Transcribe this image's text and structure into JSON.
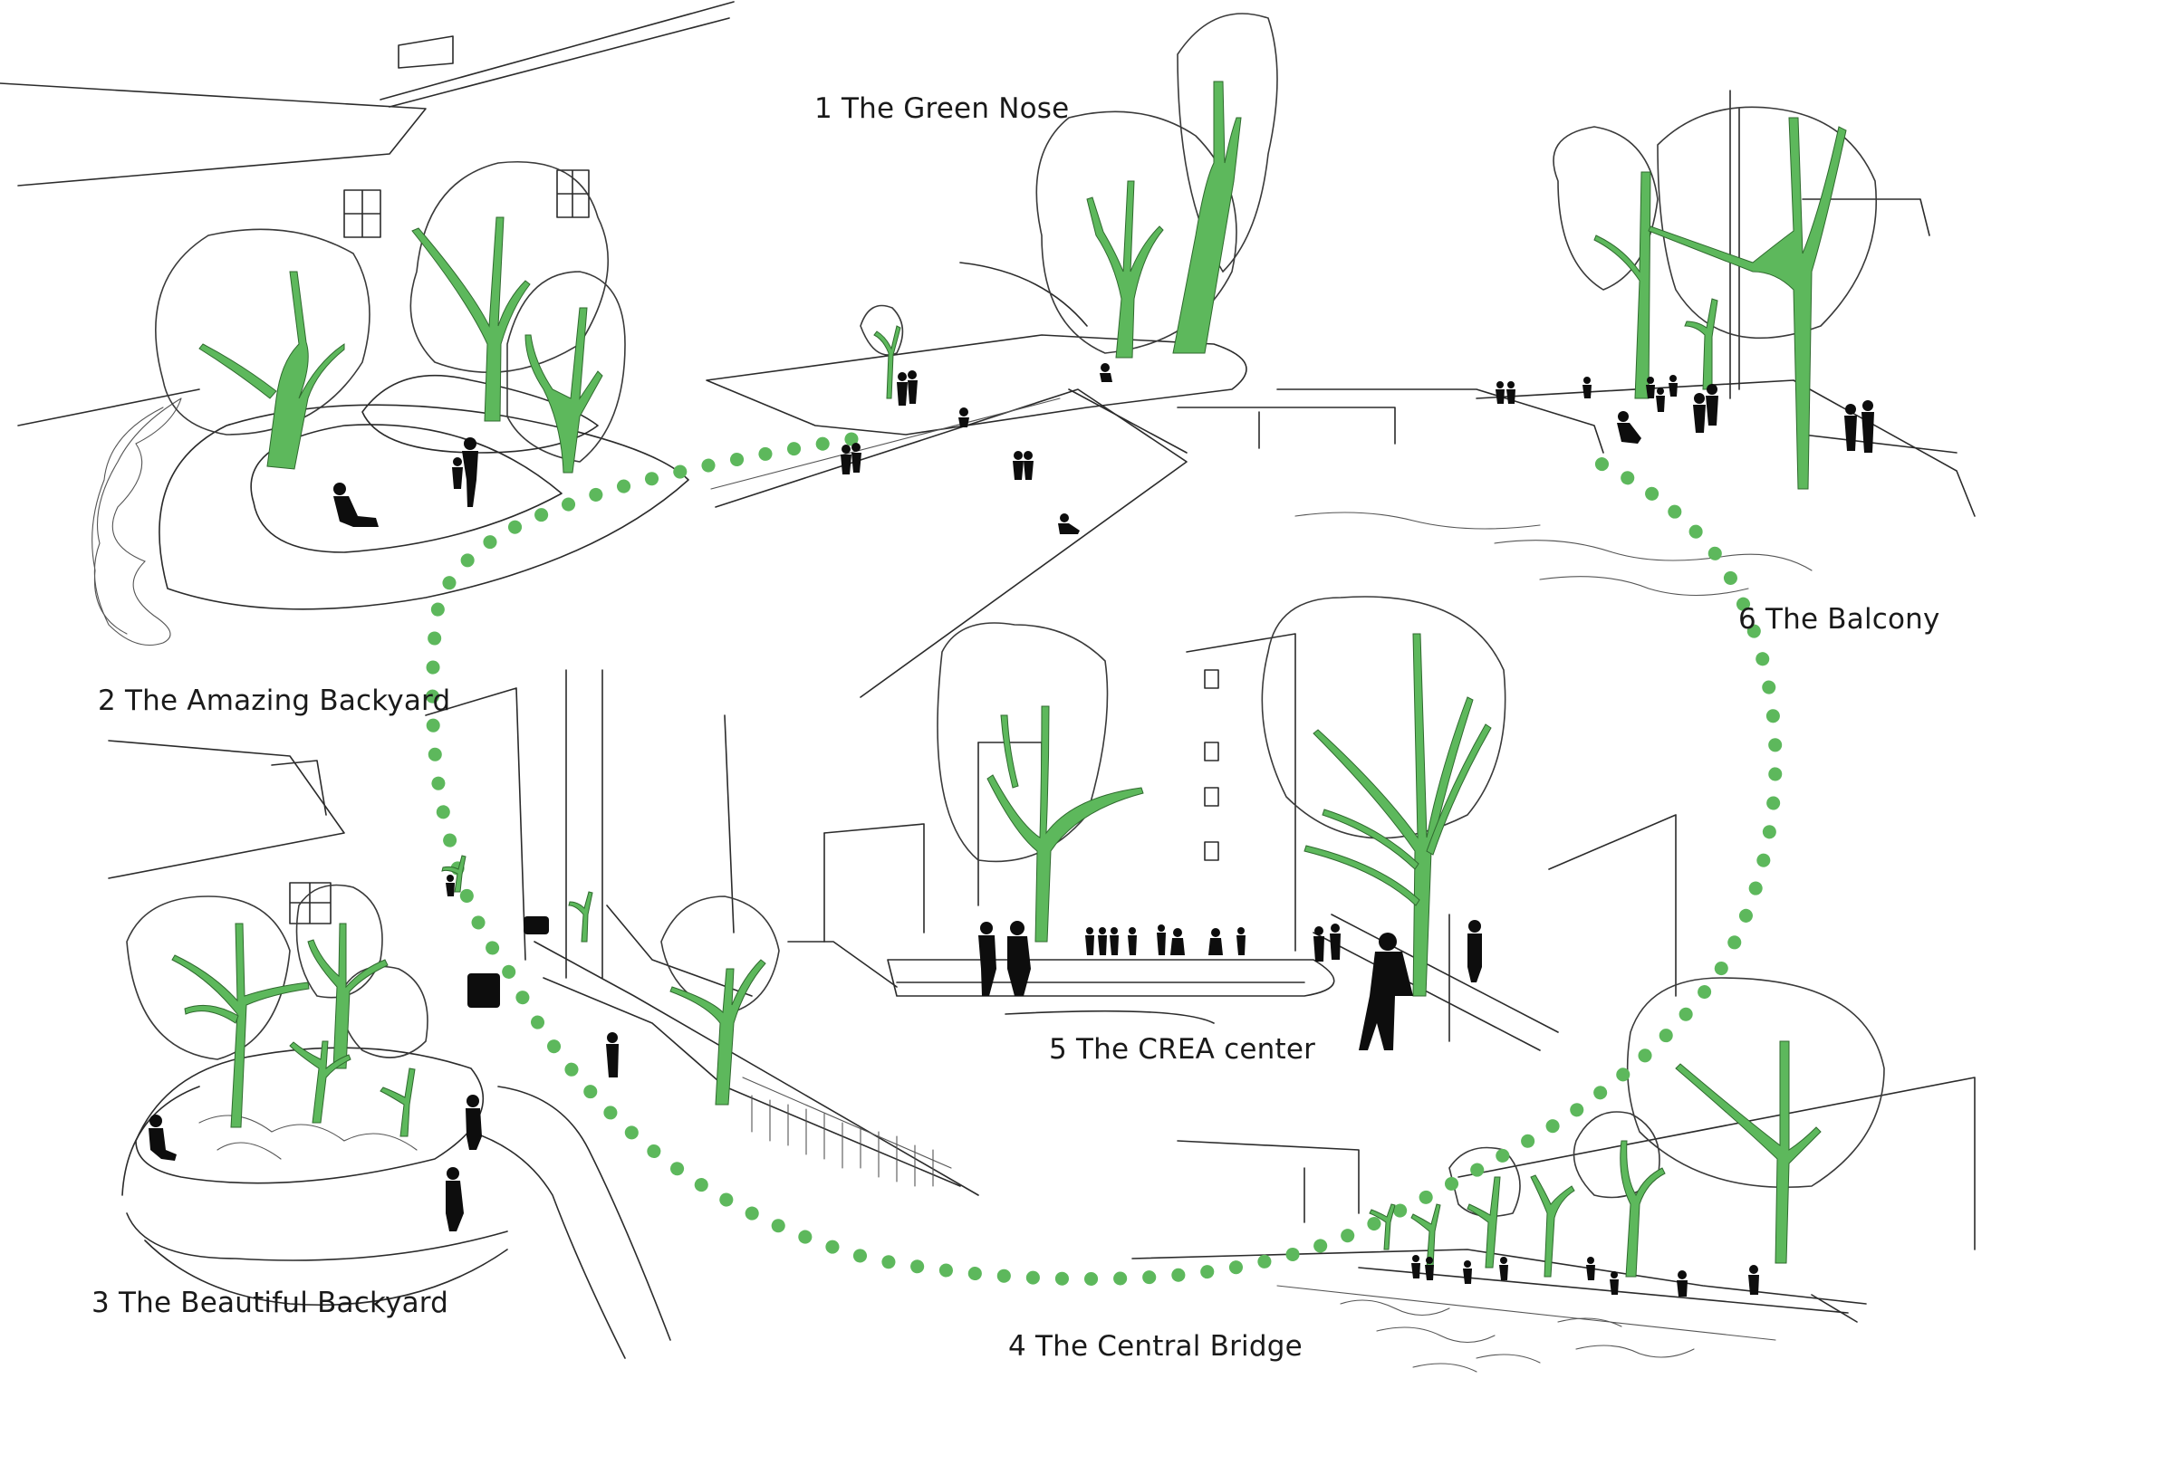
{
  "diagram": {
    "colors": {
      "accent_green": "#5db85c",
      "line": "#2b2b2b",
      "figure": "#0d0d0d",
      "background": "#ffffff"
    },
    "stations": [
      {
        "id": "green-nose",
        "label": "1 The Green Nose"
      },
      {
        "id": "amazing-backyard",
        "label": "2 The Amazing Backyard"
      },
      {
        "id": "beautiful-backyard",
        "label": "3 The Beautiful Backyard"
      },
      {
        "id": "central-bridge",
        "label": "4 The Central Bridge"
      },
      {
        "id": "crea-center",
        "label": "5 The CREA center"
      },
      {
        "id": "balcony",
        "label": "6 The Balcony"
      }
    ]
  }
}
